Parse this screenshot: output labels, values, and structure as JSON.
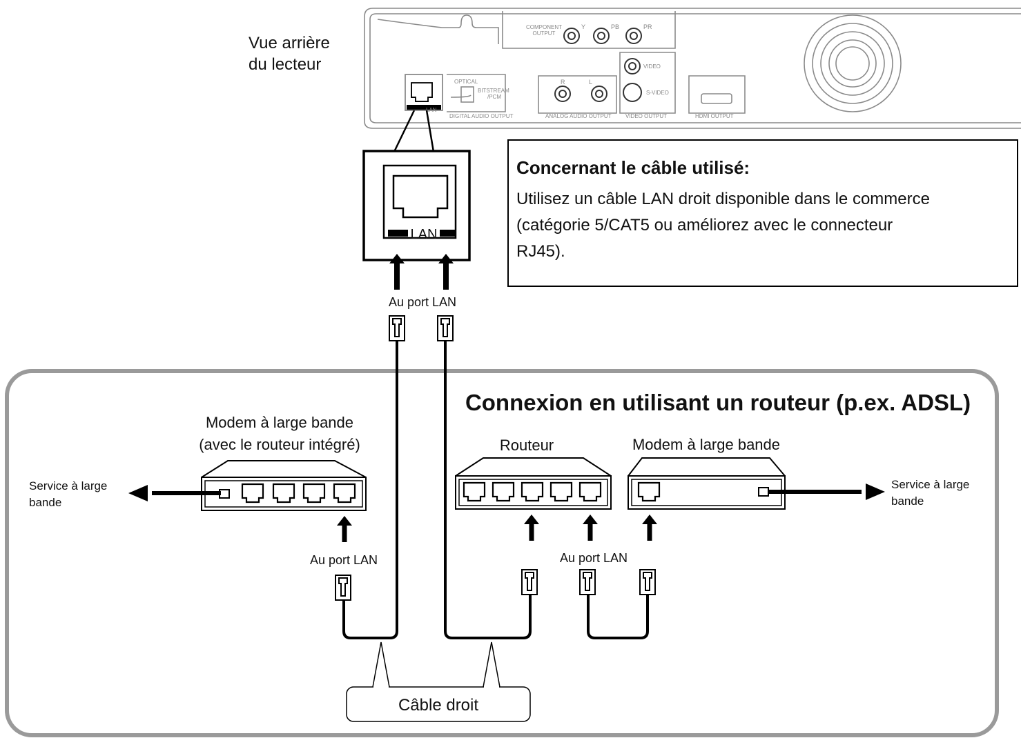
{
  "player": {
    "caption_line1": "Vue arrière",
    "caption_line2": "du lecteur",
    "panel_labels": {
      "component_output_1": "COMPONENT",
      "component_output_2": "OUTPUT",
      "y": "Y",
      "pb": "PB",
      "pr": "PR",
      "optical": "OPTICAL",
      "bitstream_1": "BITSTREAM",
      "bitstream_2": "/PCM",
      "digital_audio_output": "DIGITAL AUDIO OUTPUT",
      "lan_small": "LAN",
      "r": "R",
      "l": "L",
      "analog_audio_output": "ANALOG AUDIO OUTPUT",
      "video": "VIDEO",
      "s_video": "S-VIDEO",
      "video_output": "VIDEO OUTPUT",
      "hdmi_output": "HDMI OUTPUT"
    },
    "lan_zoom_label": "LAN"
  },
  "cable_note": {
    "title": "Concernant le câble utilisé:",
    "line1": "Utilisez un câble LAN droit disponible dans le commerce",
    "line2": "(catégorie 5/CAT5 ou améliorez avec le connecteur",
    "line3": "RJ45)."
  },
  "labels": {
    "to_lan_port_top": "Au port LAN",
    "to_lan_port_left": "Au port LAN",
    "to_lan_port_right": "Au port LAN",
    "straight_cable": "Câble droit"
  },
  "router_section": {
    "title": "Connexion en utilisant un routeur (p.ex. ADSL)",
    "modem_router_line1": "Modem à large bande",
    "modem_router_line2": "(avec le routeur intégré)",
    "router": "Routeur",
    "modem": "Modem à large bande",
    "service_left_line1": "Service à large",
    "service_left_line2": "bande",
    "service_right_line1": "Service à large",
    "service_right_line2": "bande"
  },
  "colors": {
    "frame_gray": "#9a9a9a",
    "line": "#000000",
    "panel_gray": "#8a8a8a"
  }
}
